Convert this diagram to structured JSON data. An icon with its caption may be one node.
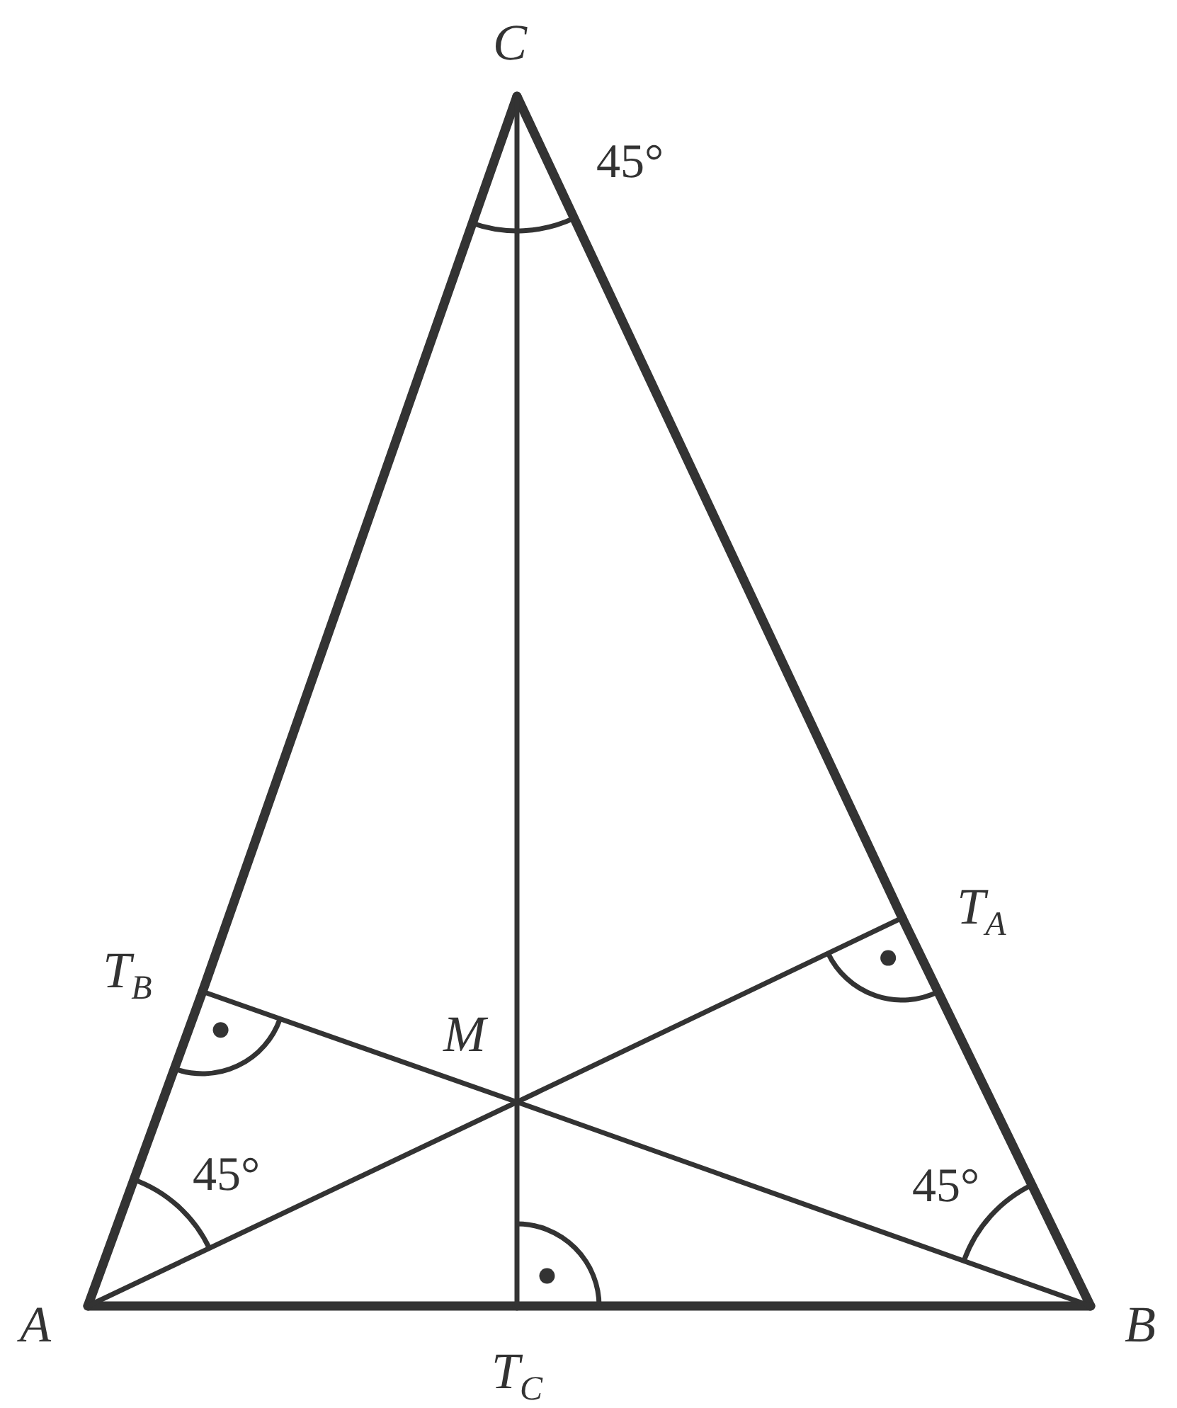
{
  "diagram": {
    "nodes": [
      {
        "text": [
          "C"
        ]
      },
      {
        "text": [
          "T$_{A}$"
        ]
      },
      {
        "text": [
          "T$_{B}$"
        ]
      },
      {
        "text": [
          "M"
        ]
      },
      {
        "text": [
          "A"
        ]
      },
      {
        "text": [
          "B"
        ]
      },
      {
        "text": [
          "T$_{C}$"
        ]
      }
    ],
    "edges": [
      {
        "from": 4,
        "to": 6,
        "arrow": "none",
        "style": "thick"
      },
      {
        "from": 6,
        "to": 5,
        "arrow": "none",
        "style": "thick"
      },
      {
        "from": 5,
        "to": 1,
        "arrow": "none",
        "style": "thick"
      },
      {
        "from": 1,
        "to": 0,
        "arrow": "none",
        "style": "thick"
      },
      {
        "from": 0,
        "to": 2,
        "arrow": "none",
        "style": "thick"
      },
      {
        "from": 2,
        "to": 4,
        "arrow": "none",
        "style": "thick"
      },
      {
        "from": 0,
        "to": 3,
        "arrow": "none"
      },
      {
        "from": 3,
        "to": 6,
        "arrow": "none"
      },
      {
        "from": 4,
        "to": 3,
        "arrow": "none"
      },
      {
        "from": 3,
        "to": 1,
        "arrow": "none"
      },
      {
        "from": 5,
        "to": 3,
        "arrow": "none"
      },
      {
        "from": 3,
        "to": 2,
        "arrow": "none"
      }
    ],
    "labels": [
      "45°",
      "45°",
      "45°"
    ]
  }
}
